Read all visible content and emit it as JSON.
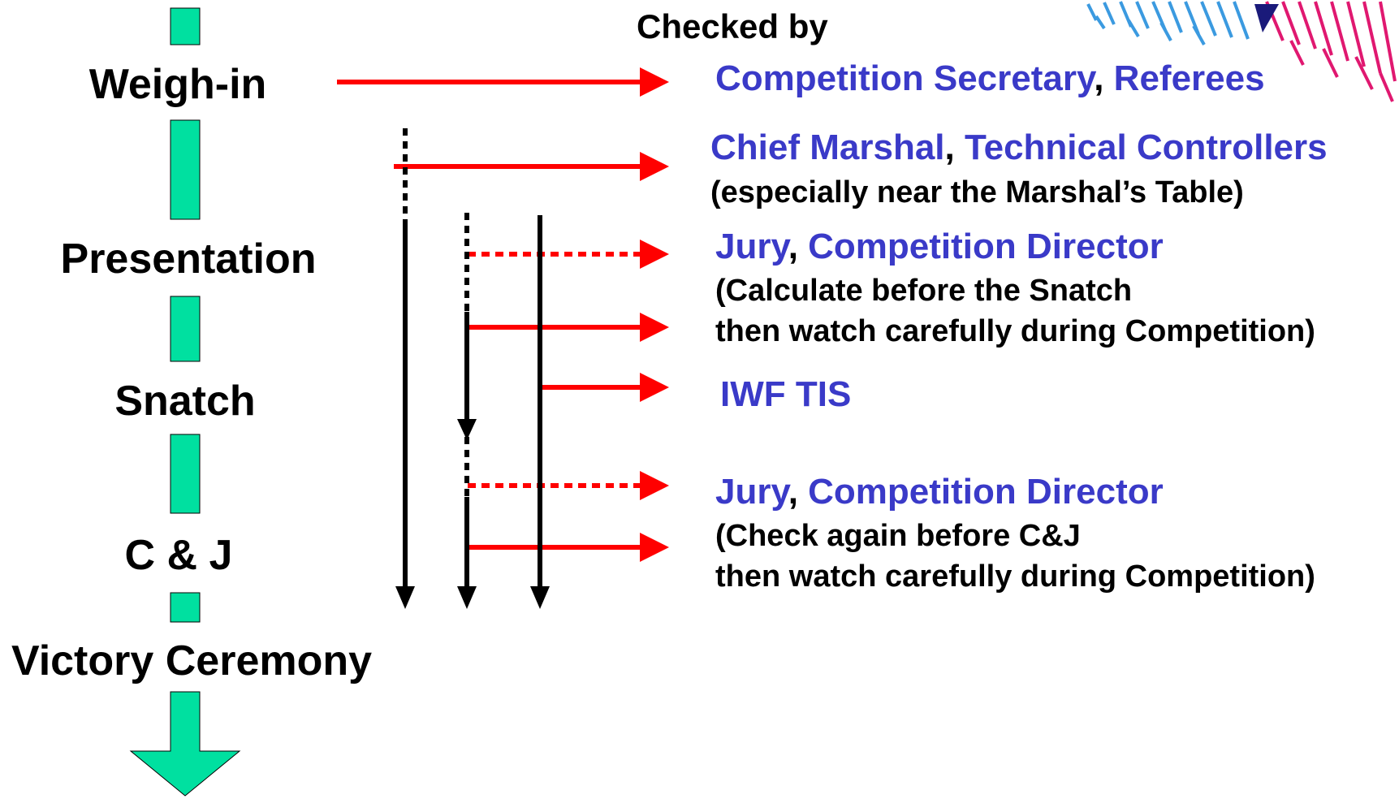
{
  "header": {
    "checked_by": "Checked by"
  },
  "stages": {
    "weigh_in": "Weigh-in",
    "presentation": "Presentation",
    "snatch": "Snatch",
    "cj": "C & J",
    "victory": "Victory Ceremony"
  },
  "checkers": {
    "row1": {
      "a": "Competition Secretary",
      "sep": ",",
      "b": "Referees"
    },
    "row2": {
      "a": "Chief Marshal",
      "sep": ",",
      "b": "Technical Controllers",
      "note": "(especially near the Marshal’s Table)"
    },
    "row3": {
      "a": "Jury",
      "sep": ",",
      "b": "Competition Director",
      "note1": "(Calculate before the Snatch",
      "note2": "then watch carefully during Competition)"
    },
    "row4": {
      "a": "IWF TIS"
    },
    "row5": {
      "a": "Jury",
      "sep": ",",
      "b": "Competition Director",
      "note1": "(Check again before C&J",
      "note2": "then watch carefully during Competition)"
    }
  },
  "colors": {
    "timeline": "#00e0a0",
    "arrow_red": "#ff0000",
    "checker_blue": "#3a3ac8"
  }
}
